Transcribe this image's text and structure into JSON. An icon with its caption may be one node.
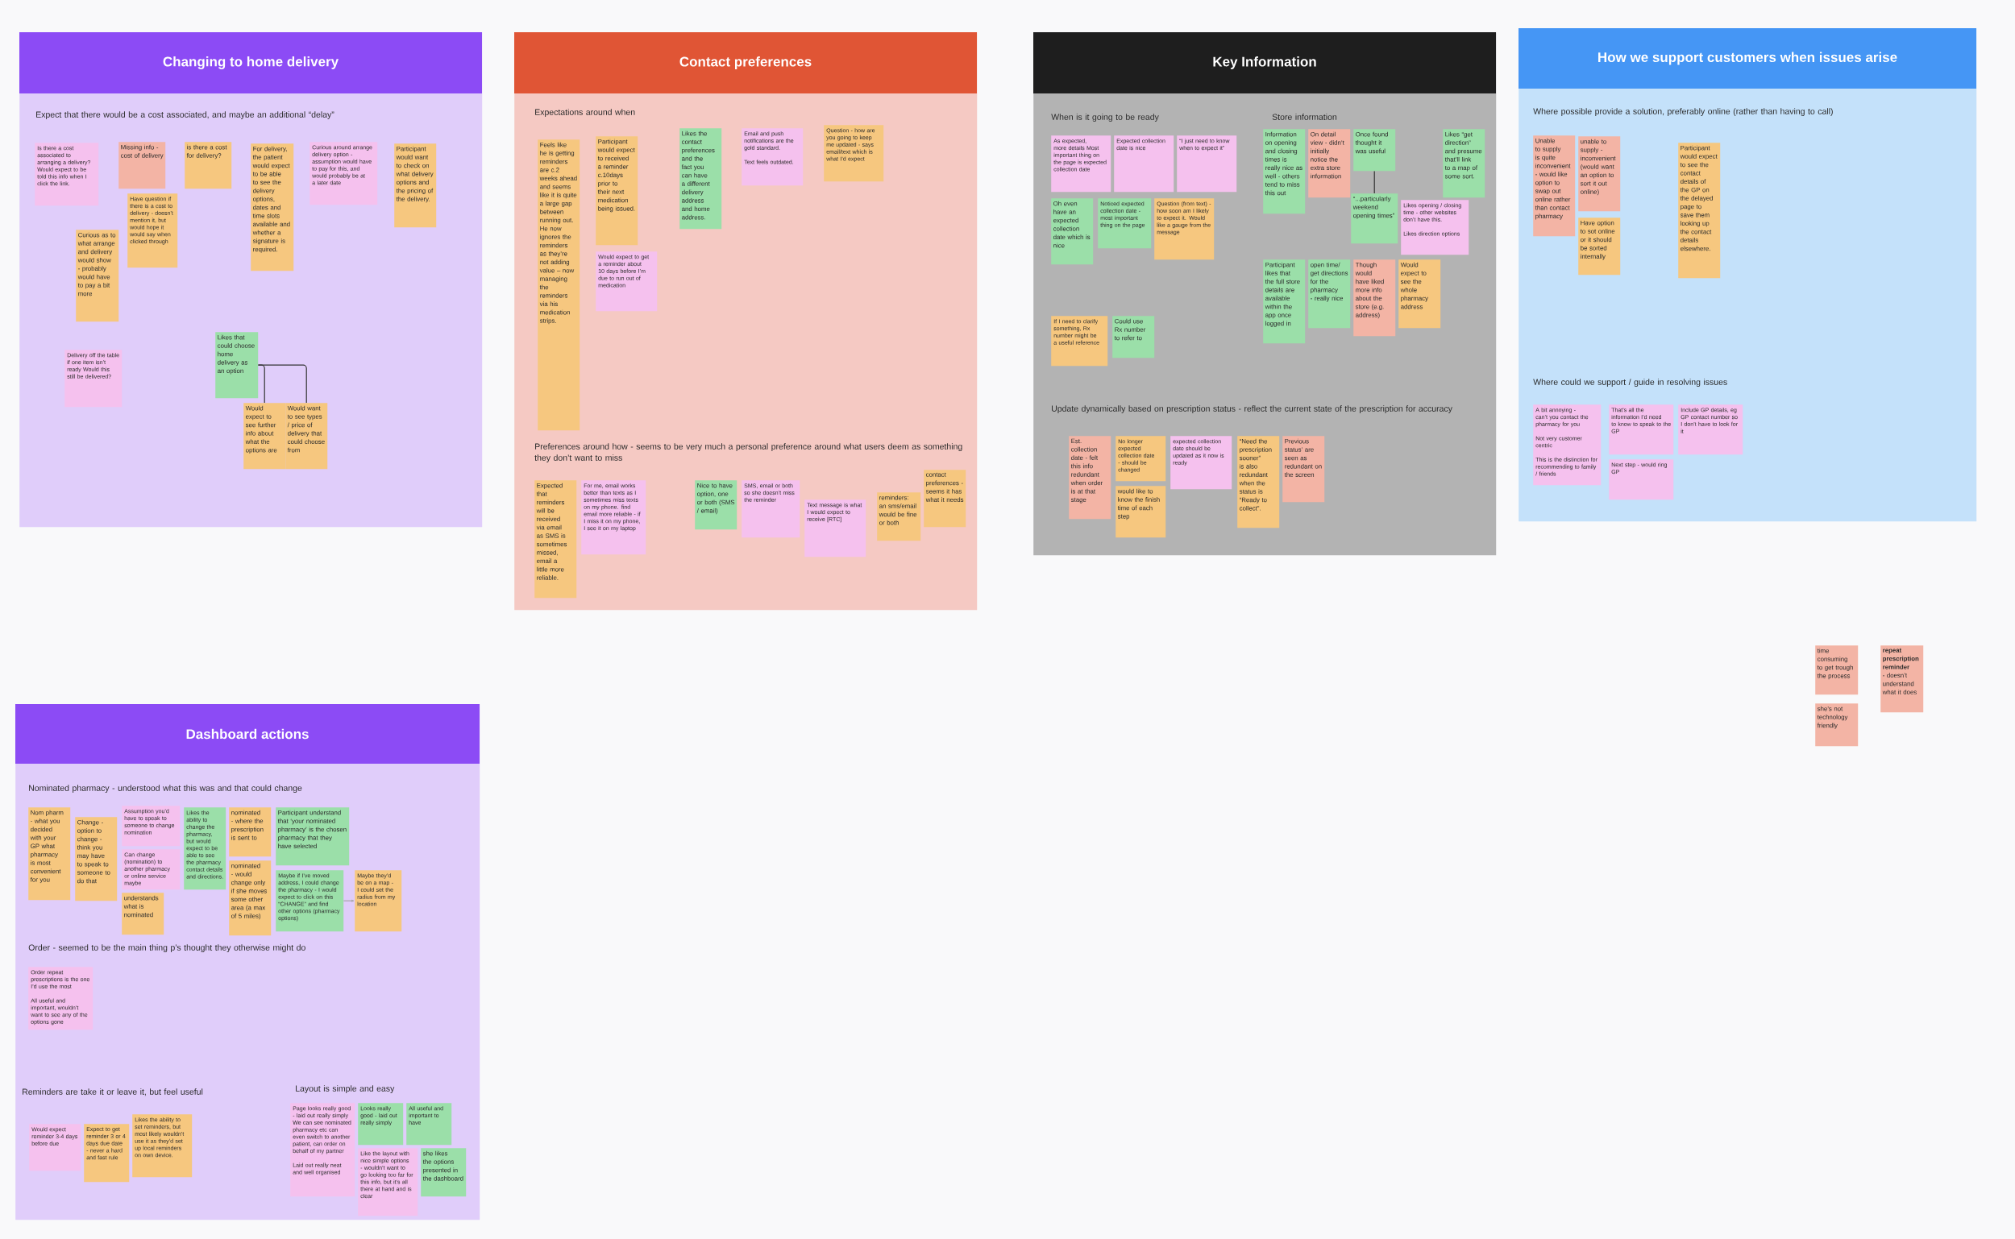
{
  "diagram": {
    "nodes": [
      {
        "text": [
          "Changing to home delivery",
          "Expect that there would be a cost associated, and maybe an additional “delay”"
        ]
      },
      {
        "text": [
          "Is there a cost associated to arranging a delivery? Would expect to be told this info when I click the link."
        ],
        "in": 0
      },
      {
        "text": [
          "Missing info - cost of delivery"
        ],
        "in": 0
      },
      {
        "text": [
          "Have question if there is a cost to delivery - doesn’t mention it, but would hope it would say when clicked through"
        ],
        "in": 0
      },
      {
        "text": [
          "is there a cost for delivery?"
        ],
        "in": 0
      },
      {
        "text": [
          "For delivery, the patient would expect to be able to see the delivery options, dates and time slots available and whether a signature is required."
        ],
        "in": 0
      },
      {
        "text": [
          "Curious around arrange delivery option - assumption would have to pay for this, and would probably be at a later date"
        ],
        "in": 0
      },
      {
        "text": [
          "Participant would want to check on what delivery options and the pricing of the delivery."
        ],
        "in": 0
      },
      {
        "text": [
          "Curious as to what arrange and delivery would show - probably would have to pay a bit more"
        ],
        "in": 0
      },
      {
        "text": [
          "Delivery off the table if one item isn’t ready Would this still be delivered?"
        ],
        "in": 0
      },
      {
        "text": [
          "Likes that could choose home delivery as an option"
        ],
        "in": 0
      },
      {
        "text": [
          "Would expect to see further info about what the options are"
        ],
        "in": 0
      },
      {
        "text": [
          "Would want to see types / price of delivery that could choose from"
        ],
        "in": 0
      },
      {
        "text": [
          "Contact preferences",
          "Expectations around when",
          "Preferences around how - seems to be very much a personal preference around what users deem as something they don’t want to miss"
        ]
      },
      {
        "text": [
          "Feels like he is getting reminders are c.2 weeks ahead and seems like it is quite a large gap between running out. He now ignores the reminders as they’re not adding value – now managing the reminders via his medication strips."
        ],
        "in": 13
      },
      {
        "text": [
          "Participant would expect to received a reminder c.10days prior to their next medication being issued."
        ],
        "in": 13
      },
      {
        "text": [
          "Would expect to get a reminder about 10 days before I’m due to run out of medication"
        ],
        "in": 13
      },
      {
        "text": [
          "Likes the contact preferences and the fact you can have a different delivery address and home address."
        ],
        "in": 13
      },
      {
        "text": [
          "Email and push notifications are the gold standard.",
          "Text feels outdated."
        ],
        "in": 13
      },
      {
        "text": [
          "Question - how are you going to keep me updated - says email/text which is what I’d expect"
        ],
        "in": 13
      },
      {
        "text": [
          "Expected that reminders will be received via email as SMS is sometimes missed, email a little more reliable."
        ],
        "in": 13
      },
      {
        "text": [
          "For me, email works better than texts as I sometimes miss texts on my phone. find email more reliable - if I miss it on my phone, I see it on my laptop"
        ],
        "in": 13
      },
      {
        "text": [
          "Nice to have option, one or both (SMS / email)"
        ],
        "in": 13
      },
      {
        "text": [
          "SMS, email or both so she doesn’t miss the reminder"
        ],
        "in": 13
      },
      {
        "text": [
          "Text message is what I would expect to receive [RTC]"
        ],
        "in": 13
      },
      {
        "text": [
          "reminders: an sms/email would be fine or both"
        ],
        "in": 13
      },
      {
        "text": [
          "contact preferences - seems it has what it needs"
        ],
        "in": 13
      },
      {
        "text": [
          "Key Information",
          "When is it going to be ready",
          "Store information",
          "Update dynamically based on prescription status - reflect the current state of the prescription for accuracy"
        ]
      },
      {
        "text": [
          "As expected, more details Most important thing on the page is expected collection date"
        ],
        "in": 27
      },
      {
        "text": [
          "Expected collection date is nice"
        ],
        "in": 27
      },
      {
        "text": [
          "“I just need to know when to expect it”"
        ],
        "in": 27
      },
      {
        "text": [
          "Oh even have an expected collection date which is nice"
        ],
        "in": 27
      },
      {
        "text": [
          "Noticed expected collection date - most important thing on the page"
        ],
        "in": 27
      },
      {
        "text": [
          "Question (from text) - how soon am I likely to expect it. Would like a gauge from the message"
        ],
        "in": 27
      },
      {
        "text": [
          "If I need to clarify something, Rx number might be a useful reference"
        ],
        "in": 27
      },
      {
        "text": [
          "Could use Rx number to refer to"
        ],
        "in": 27
      },
      {
        "text": [
          "Information on opening and closing times is really nice as well - others tend to miss this out"
        ],
        "in": 27
      },
      {
        "text": [
          "On detail view - didn’t initially notice the extra store information"
        ],
        "in": 27
      },
      {
        "text": [
          "Once found thought it was useful"
        ],
        "in": 27
      },
      {
        "text": [
          "Likes “get direction” and presume that’ll link to a map of some sort."
        ],
        "in": 27
      },
      {
        "text": [
          "“...particularly weekend opening times”"
        ],
        "in": 27
      },
      {
        "text": [
          "Likes opening / closing time - other websites don’t have this.",
          "Likes direction options"
        ],
        "in": 27
      },
      {
        "text": [
          "Participant likes that the full store details are available within the app once logged in"
        ],
        "in": 27
      },
      {
        "text": [
          "open time/ get directions for the pharmacy - really nice"
        ],
        "in": 27
      },
      {
        "text": [
          "Though would have liked more info about the store (e.g. address)"
        ],
        "in": 27
      },
      {
        "text": [
          "Would expect to see the whole pharmacy address"
        ],
        "in": 27
      },
      {
        "text": [
          "Est. collection date - felt this info redundant when order is at that stage"
        ],
        "in": 27
      },
      {
        "text": [
          "No longer expected collection date - should be changed"
        ],
        "in": 27
      },
      {
        "text": [
          "would like to know the finish time of each step"
        ],
        "in": 27
      },
      {
        "text": [
          "expected collection date should be updated as it now is ready"
        ],
        "in": 27
      },
      {
        "text": [
          "“Need the prescription sooner” is also redundant when the status is “Ready to collect”."
        ],
        "in": 27
      },
      {
        "text": [
          "Previous status’ are seen as redundant on the screen"
        ],
        "in": 27
      },
      {
        "text": [
          "How we support customers when issues arise",
          "Where possible provide a solution, preferably online (rather than having to call)",
          "Where could we support / guide in resolving issues"
        ]
      },
      {
        "text": [
          "Unable to supply is quite inconvenient - would like option to swap out online rather than contact pharmacy"
        ],
        "in": 52
      },
      {
        "text": [
          "unable to supply - inconvenient (would want an option to sort it out online)"
        ],
        "in": 52
      },
      {
        "text": [
          "Have option to sot online or it should be sorted internally"
        ],
        "in": 52
      },
      {
        "text": [
          "Participant would expect to see the contact details of the GP on the delayed page to save them looking up the contact details elsewhere."
        ],
        "in": 52
      },
      {
        "text": [
          "A bit annoying - can’t you contact the pharmacy for you",
          "Not very customer centric",
          "This is the distinction for recommending to family / friends"
        ],
        "in": 52
      },
      {
        "text": [
          "That’s all the information I’d need to know to speak to the GP"
        ],
        "in": 52
      },
      {
        "text": [
          "Include GP details, eg GP contact number so I don’t have to look for it"
        ],
        "in": 52
      },
      {
        "text": [
          "Next step - would ring GP"
        ],
        "in": 52
      },
      {
        "text": [
          "time consuming to get trough the process"
        ]
      },
      {
        "text": [
          "**repeat prescription reminder** - doesn’t understand what it does"
        ]
      },
      {
        "text": [
          "she’s not technology friendly"
        ]
      },
      {
        "text": [
          "Dashboard actions",
          "Nominated pharmacy - understood what this was and that could change",
          "Order - seemed to be the main thing p’s thought they otherwise might do",
          "Reminders are take it or leave it, but feel useful",
          "Layout is simple and easy"
        ]
      },
      {
        "text": [
          "Nom pharm - what you decided with your GP what pharmacy is most convenient for you"
        ],
        "in": 64
      },
      {
        "text": [
          "Change - option to change - think you may have to speak to someone to do that"
        ],
        "in": 64
      },
      {
        "text": [
          "Assumption you’d have to speak to someone to change nomination"
        ],
        "in": 64
      },
      {
        "text": [
          "Can change (nomination) to another pharmacy or online service maybe"
        ],
        "in": 64
      },
      {
        "text": [
          "understands what is nominated"
        ],
        "in": 64
      },
      {
        "text": [
          "Likes the ability to change the pharmacy, but would expect to be able to see the pharmacy contact details and directions."
        ],
        "in": 64
      },
      {
        "text": [
          "nominated - where the prescription is sent to"
        ],
        "in": 64
      },
      {
        "text": [
          "nominated - would change only if she moves some other area (a max of 5 miles)"
        ],
        "in": 64
      },
      {
        "text": [
          "Participant understand that ‘your nominated pharmacy’ is the chosen pharmacy that they have selected"
        ],
        "in": 64
      },
      {
        "text": [
          "Maybe if I’ve moved address, I could change the pharmacy - I would expect to click on this “CHANGE” and find other options (pharmacy options)"
        ],
        "in": 64
      },
      {
        "text": [
          "Maybe they’d be on a map - I could set the radius from my location"
        ],
        "in": 64
      },
      {
        "text": [
          "Order repeat prescriptions is the one I’d use the most",
          "All useful and important, wouldn’t want to see any of the options gone"
        ],
        "in": 64
      },
      {
        "text": [
          "Would expect reminder 3-4 days before due"
        ],
        "in": 64
      },
      {
        "text": [
          "Expect to get reminder 3 or 4 days due date - never a hard and fast rule"
        ],
        "in": 64
      },
      {
        "text": [
          "Likes the ability to set reminders, but most likely wouldn’t use it as they’d set up local reminders on own device."
        ],
        "in": 64
      },
      {
        "text": [
          "Page looks really good - laid out really simply We can see nominated pharmacy etc can even switch to another patient, can order on behalf of my partner",
          "Laid out really neat and well organised"
        ],
        "in": 64
      },
      {
        "text": [
          "Looks really good - laid out really simply"
        ],
        "in": 64
      },
      {
        "text": [
          "All useful and important to have"
        ],
        "in": 64
      },
      {
        "text": [
          "Like the layout with nice simple options - wouldn’t want to go looking too far for this info, but it’s all there at hand and is clear"
        ],
        "in": 64
      },
      {
        "text": [
          "she likes the options presented in the dashboard"
        ],
        "in": 64
      }
    ],
    "edges": [
      {
        "from": 10,
        "to": 11,
        "arrow": "none"
      },
      {
        "from": 10,
        "to": 12,
        "arrow": "none"
      },
      {
        "from": 38,
        "to": 40,
        "arrow": "none"
      },
      {
        "from": 74,
        "to": 75,
        "arrow": "to",
        "color": "#a6a6a6"
      }
    ]
  }
}
